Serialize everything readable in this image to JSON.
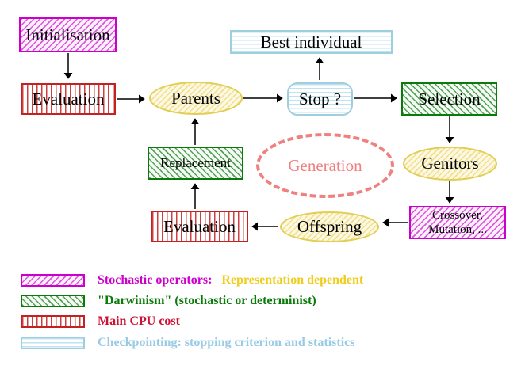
{
  "diagram": {
    "nodes": {
      "initialisation": {
        "label": "Initialisation",
        "style": "magenta-hatch-box"
      },
      "evaluation_top": {
        "label": "Evaluation",
        "style": "red-stripe-box"
      },
      "parents": {
        "label": "Parents",
        "style": "yellow-hatch-ellipse"
      },
      "best_individual": {
        "label": "Best individual",
        "style": "cyan-stripe-box"
      },
      "stop": {
        "label": "Stop ?",
        "style": "cyan-stripe-rounded-box"
      },
      "selection": {
        "label": "Selection",
        "style": "green-hatch-box"
      },
      "genitors": {
        "label": "Genitors",
        "style": "yellow-hatch-ellipse"
      },
      "crossover_mutation": {
        "label_line1": "Crossover,",
        "label_line2": "Mutation, ...",
        "style": "magenta-hatch-box"
      },
      "offspring": {
        "label": "Offspring",
        "style": "yellow-hatch-ellipse"
      },
      "evaluation_bottom": {
        "label": "Evaluation",
        "style": "red-stripe-box"
      },
      "replacement": {
        "label": "Replacement",
        "style": "green-hatch-box"
      },
      "generation": {
        "label": "Generation",
        "style": "salmon-dashed-ellipse"
      }
    },
    "arrows": [
      "initialisation-to-evaluation",
      "evaluation-to-parents",
      "parents-to-stop",
      "stop-to-best-individual",
      "stop-to-selection",
      "selection-to-genitors",
      "genitors-to-crossover",
      "crossover-to-offspring",
      "offspring-to-evaluation",
      "evaluation-to-replacement",
      "replacement-to-parents"
    ],
    "palette": {
      "magenta": "#cc00cc",
      "green": "#0b7a0b",
      "red": "#c22222",
      "cyan": "#9fcfdf",
      "yellow": "#e2ce52",
      "salmon": "#f08080",
      "arrow_black": "#000000"
    }
  },
  "legend": {
    "items": [
      {
        "pattern": "magenta-diagonal-hatch",
        "text_primary": "Stochastic operators:",
        "text_secondary": "Representation dependent"
      },
      {
        "pattern": "green-diagonal-hatch",
        "text_primary": "\"Darwinism\" (stochastic or determinist)"
      },
      {
        "pattern": "red-vertical-stripes",
        "text_primary": "Main CPU cost"
      },
      {
        "pattern": "cyan-horizontal-stripes",
        "text_primary": "Checkpointing: stopping criterion and statistics"
      }
    ]
  }
}
